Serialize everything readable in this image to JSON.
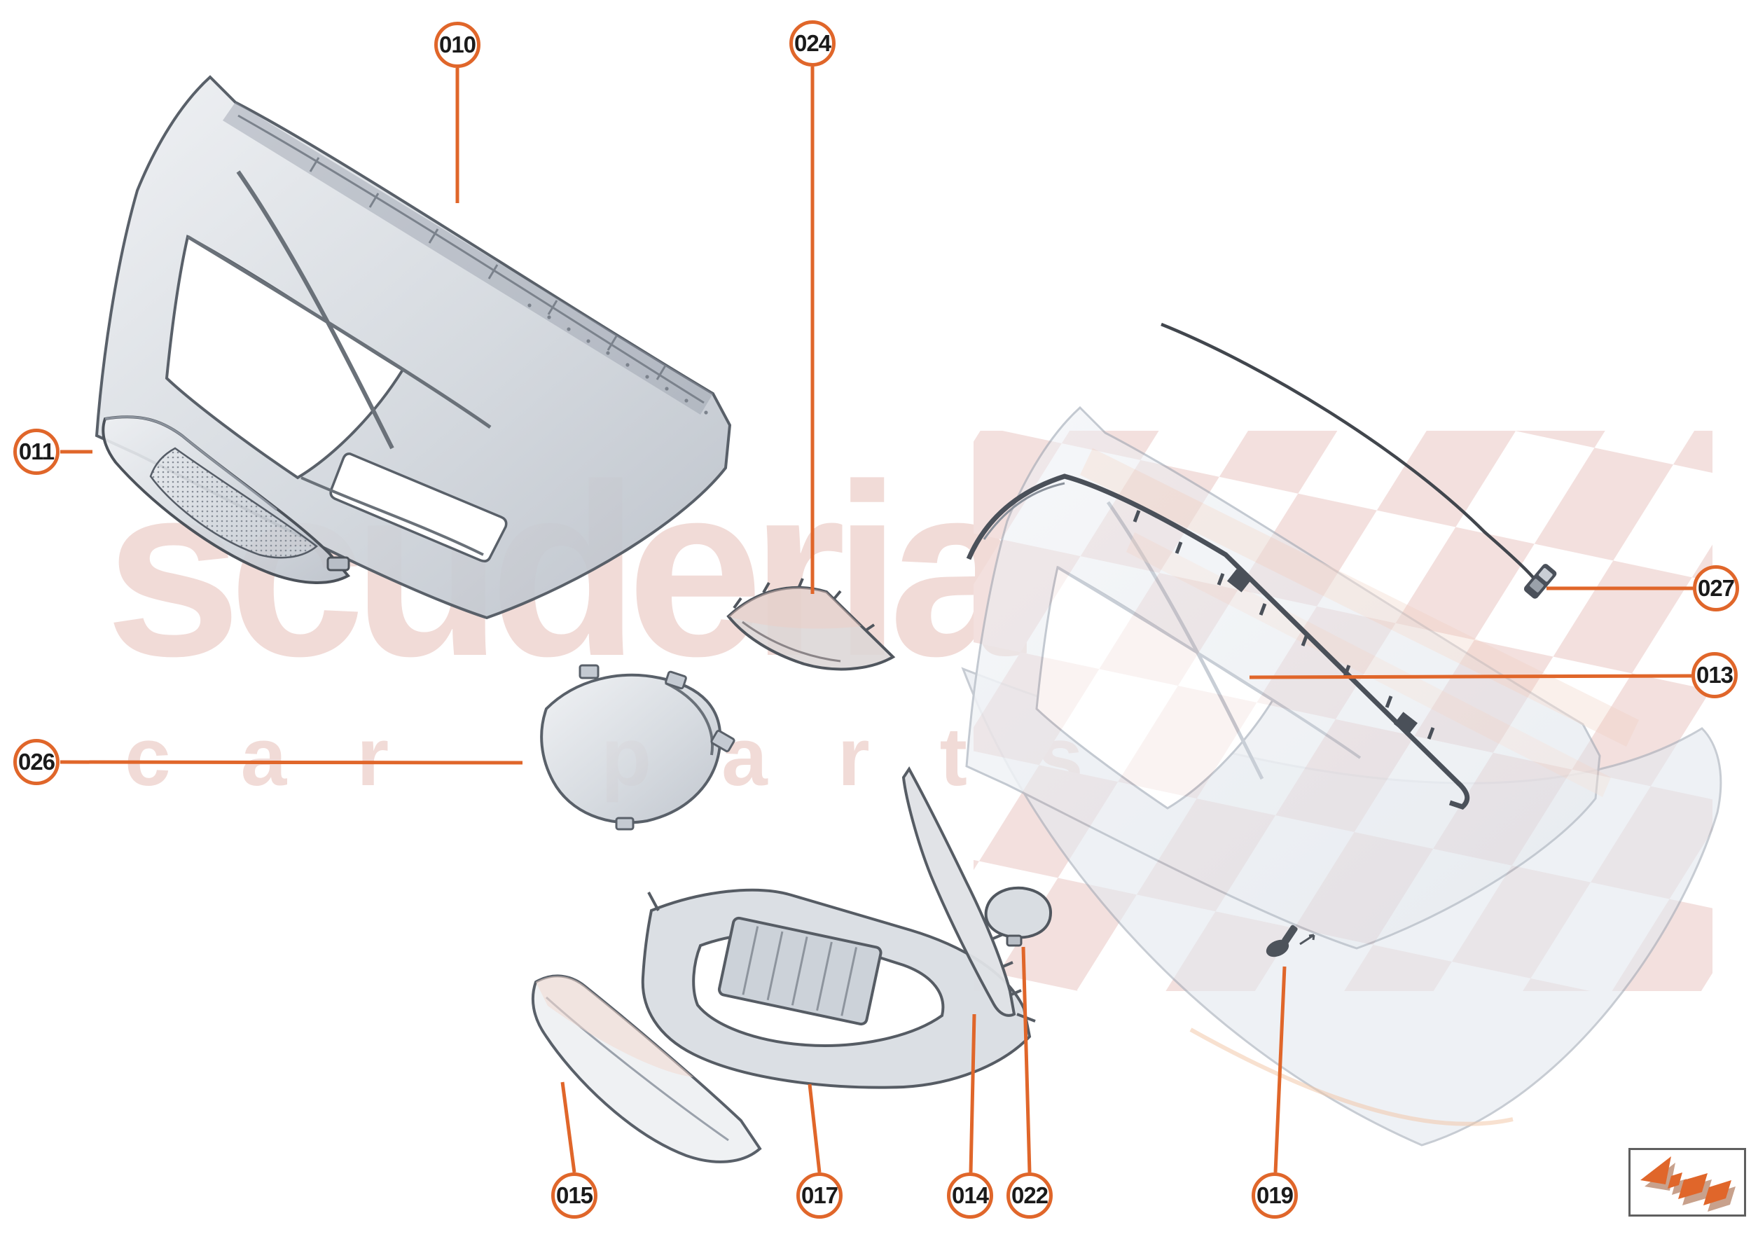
{
  "watermark": {
    "brand": "scuderia",
    "word_left": "car",
    "word_right": "parts",
    "color": "#f1dbd7",
    "checker_color": "#f3e0de"
  },
  "accent_color": "#e0662a",
  "callouts": [
    {
      "id": "010",
      "label": "010",
      "position": "top-left"
    },
    {
      "id": "024",
      "label": "024",
      "position": "top-center"
    },
    {
      "id": "011",
      "label": "011",
      "position": "left-upper"
    },
    {
      "id": "026",
      "label": "026",
      "position": "left-lower"
    },
    {
      "id": "027",
      "label": "027",
      "position": "right-upper"
    },
    {
      "id": "013",
      "label": "013",
      "position": "right-lower"
    },
    {
      "id": "015",
      "label": "015",
      "position": "bottom-1"
    },
    {
      "id": "017",
      "label": "017",
      "position": "bottom-2"
    },
    {
      "id": "014",
      "label": "014",
      "position": "bottom-3"
    },
    {
      "id": "022",
      "label": "022",
      "position": "bottom-4"
    },
    {
      "id": "019",
      "label": "019",
      "position": "bottom-5"
    }
  ],
  "logo": {
    "name": "scuderia-car-parts-logo",
    "arrow_color": "#e0662a",
    "shadow_color": "#c8a18c"
  }
}
